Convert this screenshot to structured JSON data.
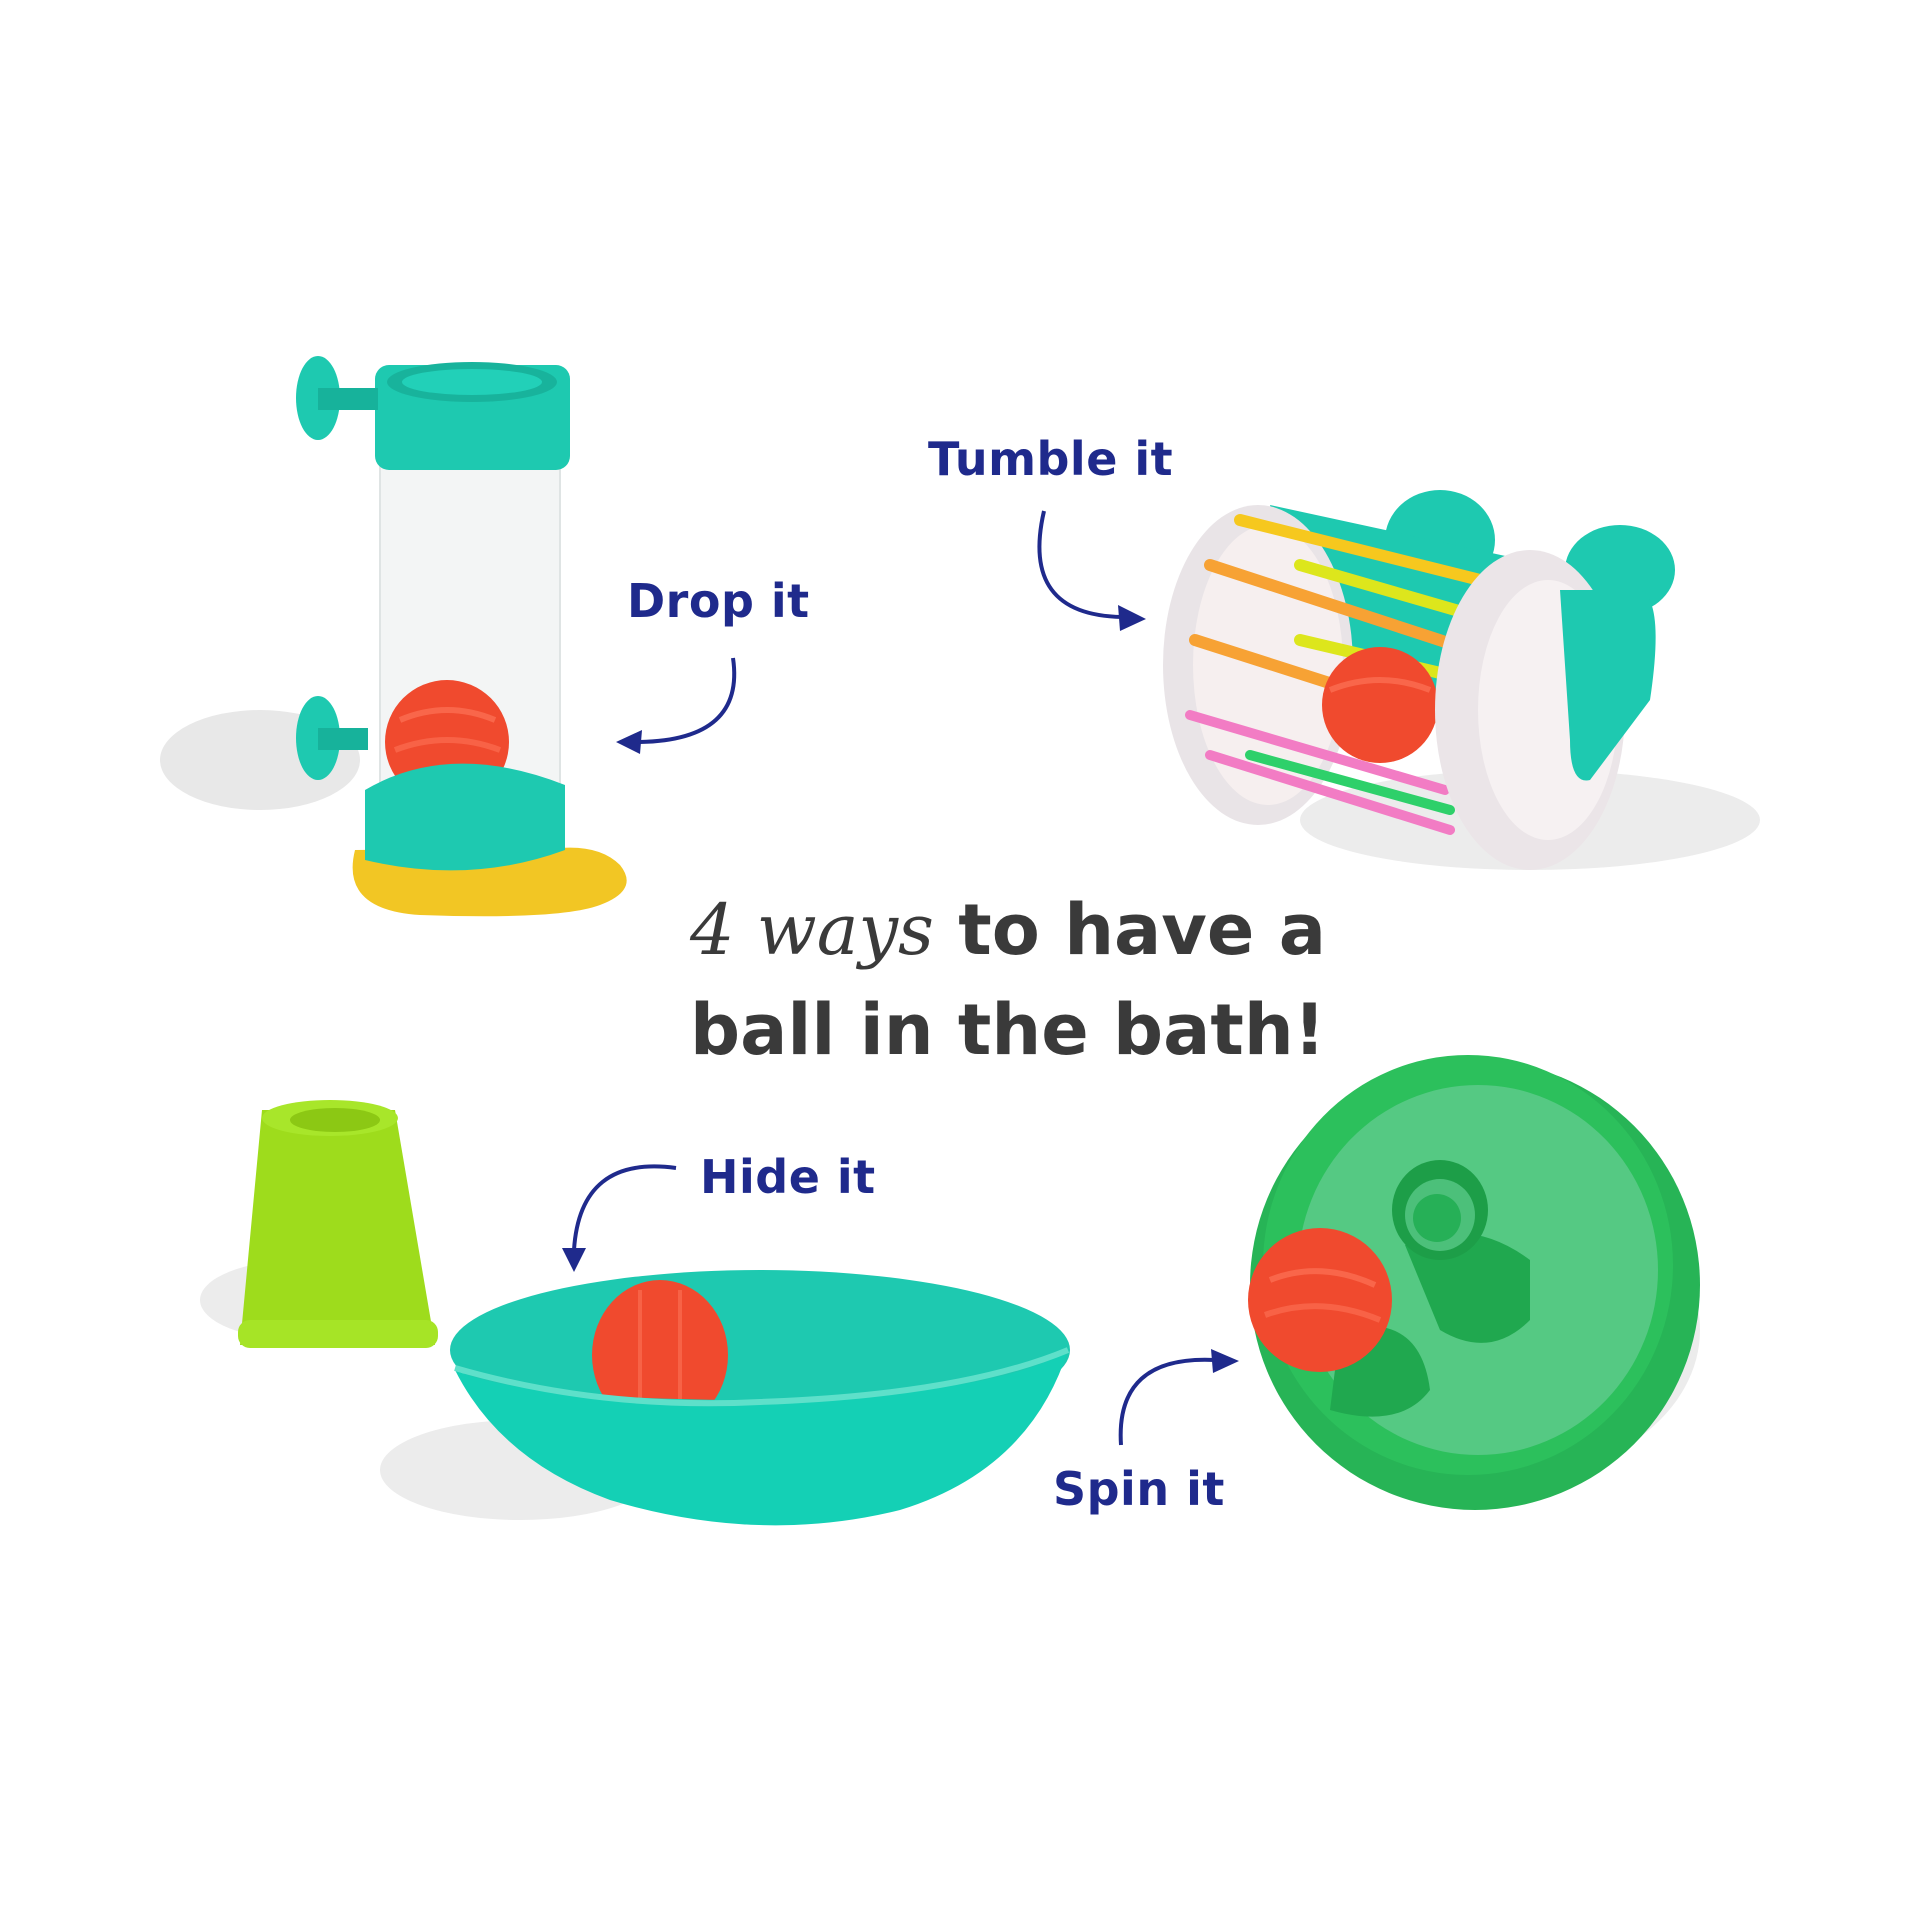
{
  "headline": {
    "line1_italic": "4 ways",
    "line1_rest": " to have a",
    "line2": "ball in the bath!"
  },
  "labels": {
    "drop": "Drop it",
    "tumble": "Tumble it",
    "hide": "Hide it",
    "spin": "Spin it"
  },
  "colors": {
    "label_blue": "#1f2a8c",
    "headline_gray": "#3a3a3a",
    "teal": "#1ec9b0",
    "ball_red": "#f04a2e",
    "lime": "#9edc1c",
    "green_dish": "#27b456",
    "yellow_base": "#f2c624",
    "background": "#ffffff"
  },
  "products": [
    {
      "name": "Drop tube",
      "action": "Drop it"
    },
    {
      "name": "Tumble roller",
      "action": "Tumble it"
    },
    {
      "name": "Cup and bowl",
      "action": "Hide it"
    },
    {
      "name": "Spinner dish",
      "action": "Spin it"
    }
  ]
}
